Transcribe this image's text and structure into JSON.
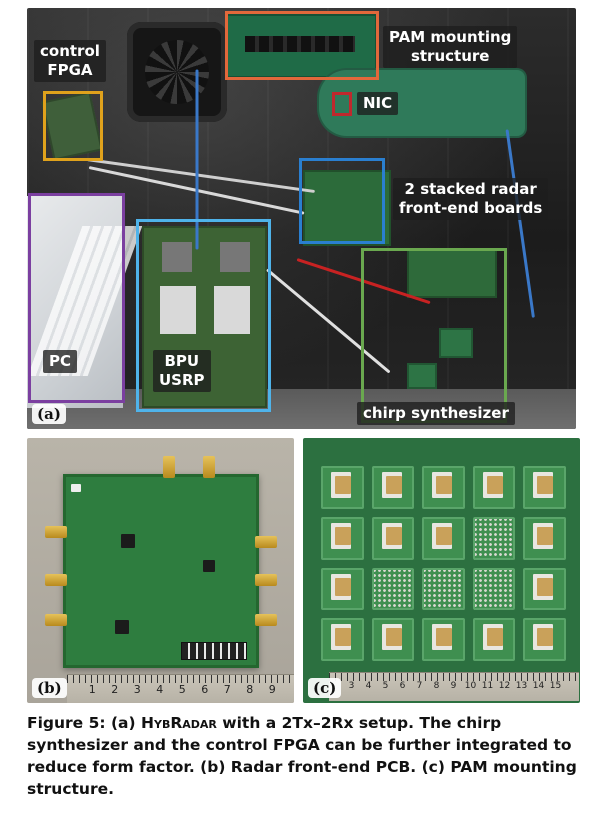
{
  "figure": {
    "panel_a": {
      "tag": "(a)",
      "labels": {
        "control_fpga": "control\nFPGA",
        "pam": "PAM mounting\nstructure",
        "nic": "NIC",
        "front_end": "2 stacked radar\nfront-end boards",
        "pc": "PC",
        "bpu_usrp": "BPU\nUSRP",
        "chirp": "chirp synthesizer"
      },
      "colors": {
        "orange": "#e2683b",
        "red": "#c0282d",
        "blue": "#2a7fd0",
        "yellow": "#e0a21c",
        "purple": "#7b3fa0",
        "lightblue": "#4fb3ea",
        "green": "#6aa84f"
      }
    },
    "panel_b": {
      "tag": "(b)",
      "ruler_numbers": [
        "1",
        "2",
        "3",
        "4",
        "5",
        "6",
        "7",
        "8",
        "9"
      ]
    },
    "panel_c": {
      "tag": "(c)",
      "ruler_numbers": [
        "3",
        "4",
        "5",
        "6",
        "7",
        "8",
        "9",
        "10",
        "11",
        "12",
        "13",
        "14",
        "15"
      ]
    },
    "caption": {
      "lead": "Figure 5: (a) ",
      "system_name": "HybRadar",
      "rest": " with a 2Tx–2Rx setup. The chirp synthesizer and the control FPGA can be further integrated to reduce form factor. (b) Radar front-end PCB. (c) PAM mounting structure."
    }
  }
}
